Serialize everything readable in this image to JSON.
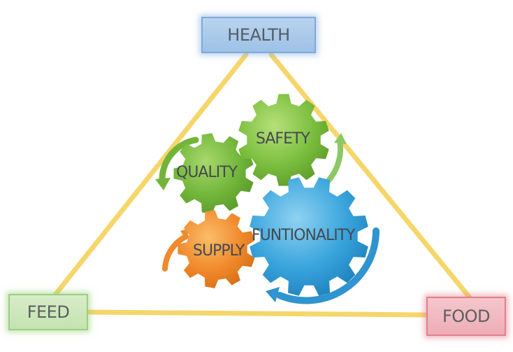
{
  "nodes": {
    "health": "HEALTH",
    "feed": "FEED",
    "food": "FOOD"
  },
  "gears": {
    "safety": "SAFETY",
    "quality": "QUALITY",
    "functionality": "FUNTIONALITY",
    "supply": "SUPPLY"
  },
  "colors": {
    "triangle": "#f5d25a",
    "health_box": "#a9cbea",
    "feed_box": "#c9e6b4",
    "food_box": "#f0b6be",
    "safety_gear": "#7cb842",
    "quality_gear": "#7dc242",
    "functionality_gear": "#3aa6dc",
    "supply_gear": "#f08a2c"
  },
  "icons": [
    "gear-icon",
    "circular-arrow-icon"
  ]
}
